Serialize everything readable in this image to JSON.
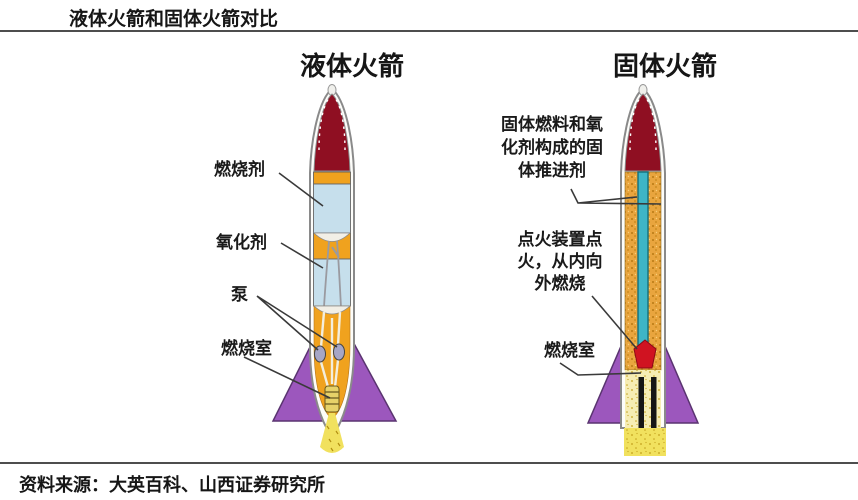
{
  "header": {
    "title": "液体火箭和固体火箭对比"
  },
  "footer": {
    "source": "资料来源：大英百科、山西证券研究所"
  },
  "left_rocket": {
    "title": "液体火箭",
    "labels": {
      "fuel": "燃烧剂",
      "oxidizer": "氧化剂",
      "pump": "泵",
      "combustion_chamber": "燃烧室"
    }
  },
  "right_rocket": {
    "title": "固体火箭",
    "labels": {
      "propellant_lines": [
        "固体燃料和氧",
        "化剂构成的固",
        "体推进剂"
      ],
      "ignition_lines": [
        "点火装置点",
        "火，从内向",
        "外燃烧"
      ],
      "combustion_chamber": "燃烧室"
    }
  },
  "colors": {
    "nose_cone_red": "#8f0f22",
    "band_orange": "#f0a21e",
    "tank_blue": "#c6dfec",
    "fin_purple": "#9c57bd",
    "channel_teal": "#3eb5c6",
    "igniter_red": "#d01321",
    "flame_yellow": "#f1e15e",
    "propellant_orange": "#e9a53e",
    "combustion_zone_yellow": "#f6edb4"
  }
}
